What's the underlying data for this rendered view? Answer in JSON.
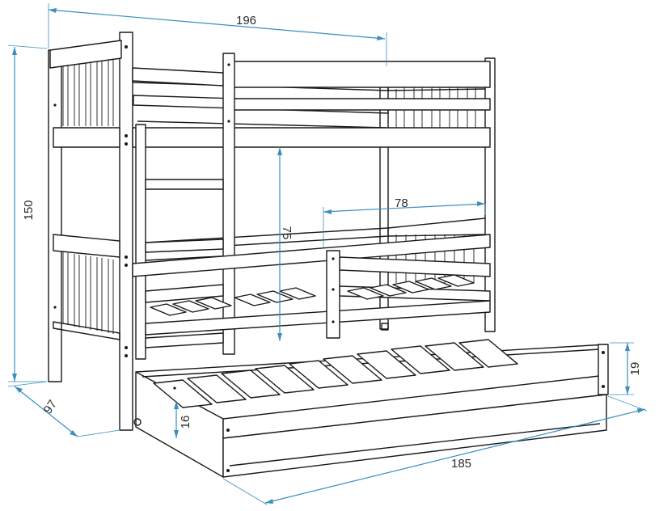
{
  "dimensions": {
    "bed_length": "196",
    "total_height": "150",
    "depth": "97",
    "drawer_length": "185",
    "drawer_height": "19",
    "drawer_inner_height": "16",
    "lower_bed_clearance": "75",
    "guard_opening": "78"
  },
  "colors": {
    "outline": "#1a1a1a",
    "dimension_line": "#3a8fbe",
    "background": "#ffffff"
  }
}
